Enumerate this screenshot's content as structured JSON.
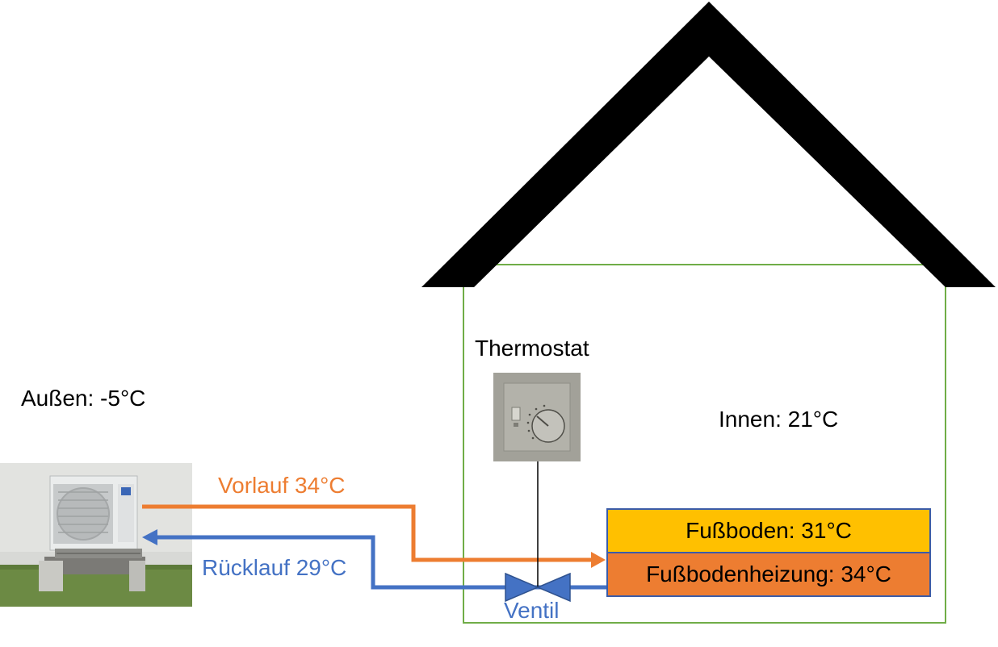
{
  "labels": {
    "outside": "Außen: -5°C",
    "inside": "Innen: 21°C",
    "thermostat": "Thermostat",
    "supply": "Vorlauf 34°C",
    "return": "Rücklauf 29°C",
    "valve": "Ventil",
    "floor": "Fußboden: 31°C",
    "floor_heating": "Fußbodenheizung: 34°C"
  },
  "colors": {
    "roof": "#000000",
    "house_outline": "#70ad47",
    "supply_pipe": "#ed7d31",
    "return_pipe": "#4472c4",
    "floor_fill": "#ffc000",
    "floor_heating_fill": "#ed7d31",
    "box_border": "#3b5ca8",
    "valve": "#4472c4"
  },
  "icons": {
    "heat_pump": "heat-pump-outdoor-unit-photo",
    "thermostat": "room-thermostat-dial-photo",
    "valve": "butterfly-valve-icon"
  }
}
